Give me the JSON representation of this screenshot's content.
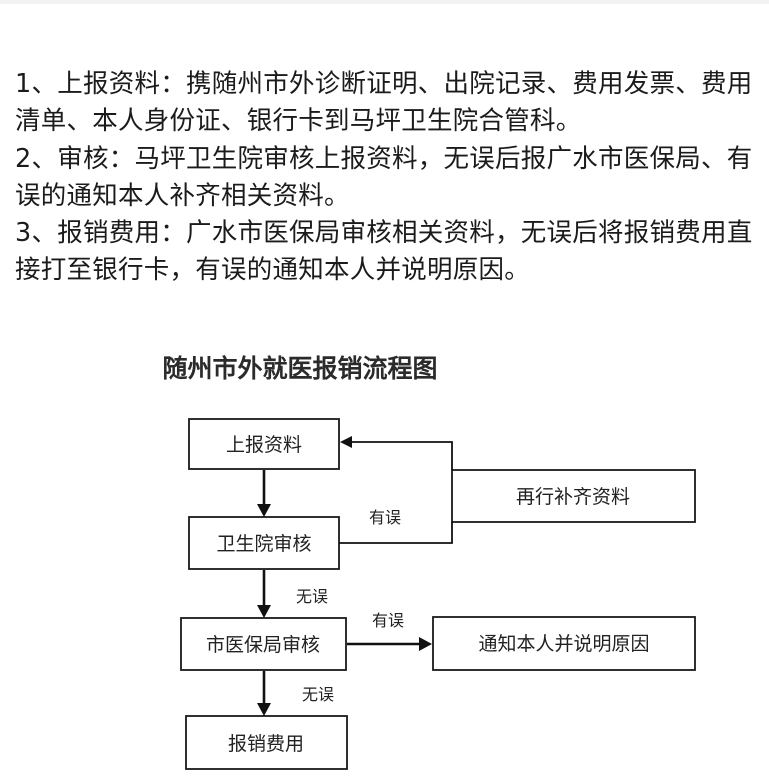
{
  "steps": [
    {
      "text": "1、上报资料：携随州市外诊断证明、出院记录、费用发票、费用清单、本人身份证、银行卡到马坪卫生院合管科。"
    },
    {
      "text": "2、审核：马坪卫生院审核上报资料，无误后报广水市医保局、有误的通知本人补齐相关资料。"
    },
    {
      "text": "3、报销费用：广水市医保局审核相关资料，无误后将报销费用直接打至银行卡，有误的通知本人并说明原因。"
    }
  ],
  "flowchart": {
    "title": "随州市外就医报销流程图",
    "nodes": {
      "submit": "上报资料",
      "hospital_review": "卫生院审核",
      "bureau_review": "市医保局审核",
      "reimburse": "报销费用",
      "resubmit": "再行补齐资料",
      "notify": "通知本人并说明原因"
    },
    "edge_labels": {
      "error_to_resubmit": "有误",
      "ok_to_bureau": "无误",
      "error_to_notify": "有误",
      "ok_to_reimburse": "无误"
    }
  },
  "colors": {
    "text": "#1b1b1b",
    "line": "#111111",
    "background": "#ffffff"
  }
}
